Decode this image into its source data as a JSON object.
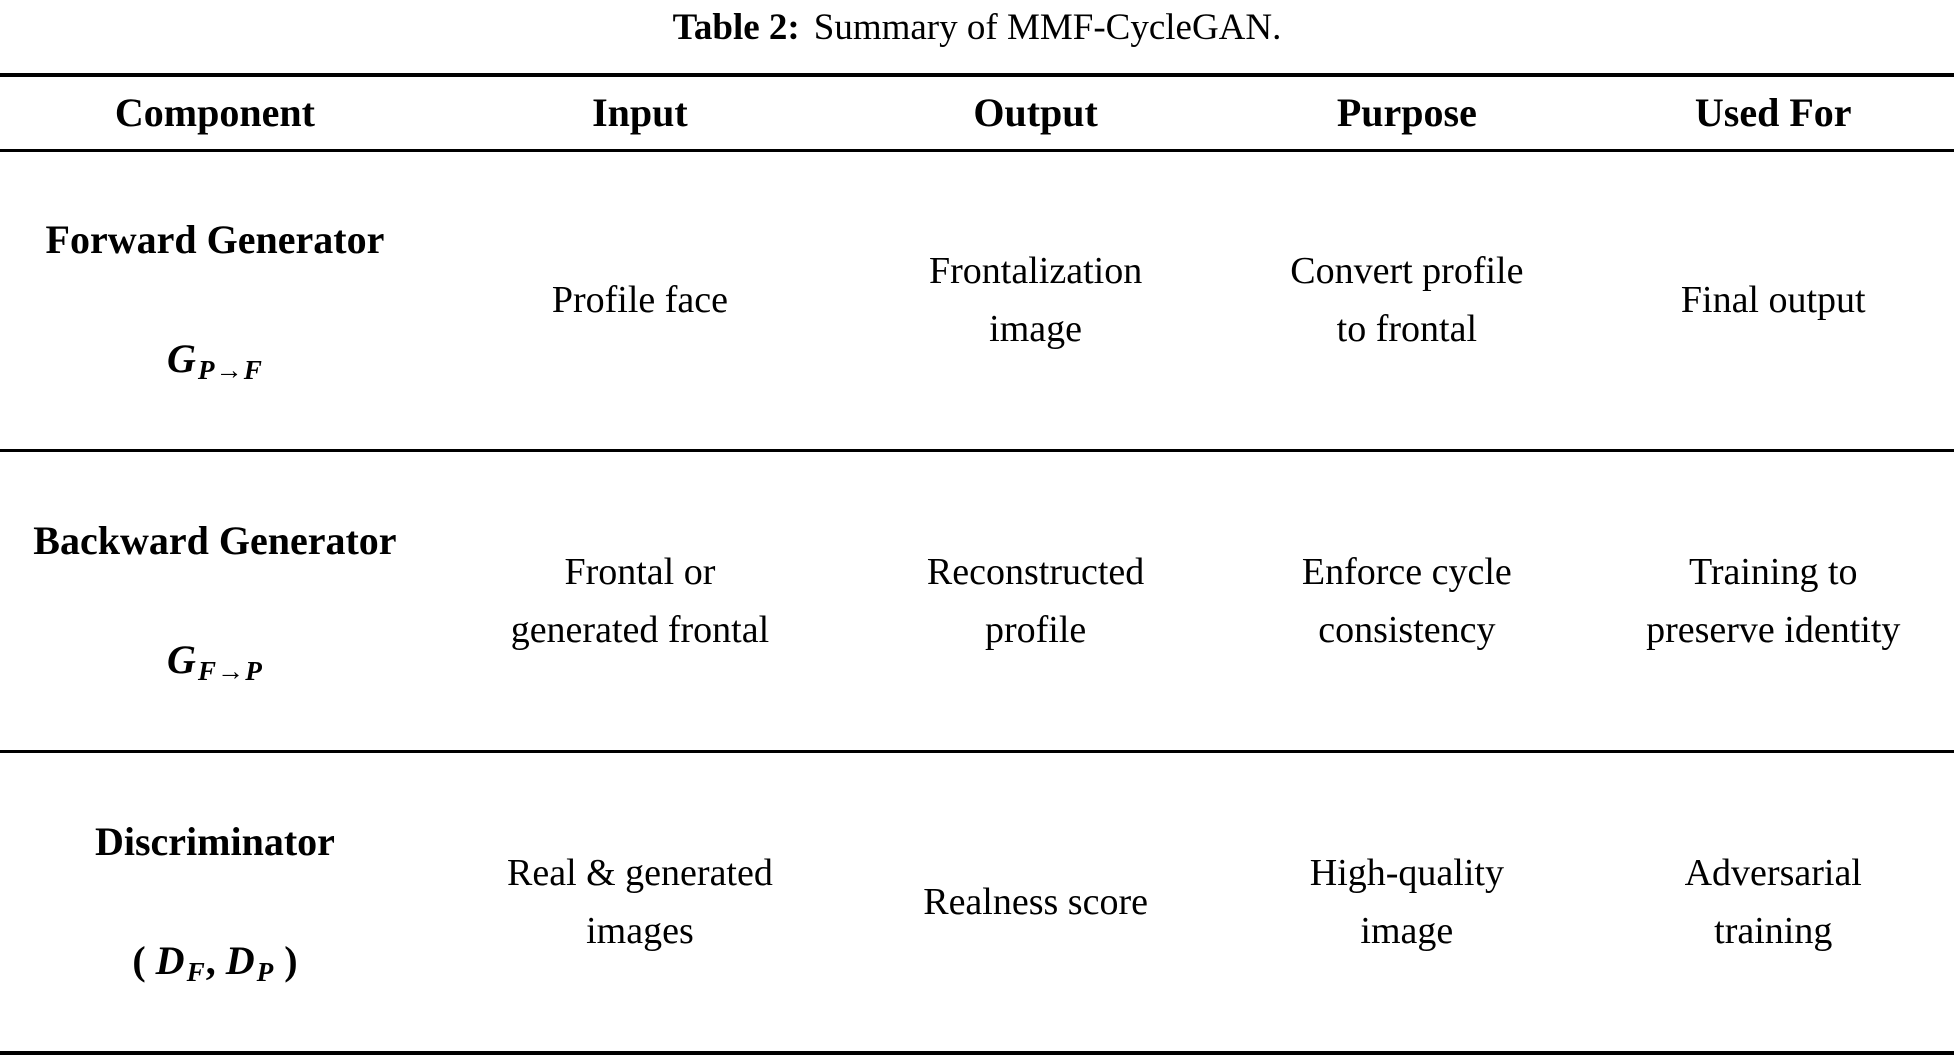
{
  "colors": {
    "text": "#000000",
    "background": "#ffffff"
  },
  "caption": {
    "label": "Table 2:",
    "text": "Summary of MMF-CycleGAN."
  },
  "table": {
    "headers": [
      "Component",
      "Input",
      "Output",
      "Purpose",
      "Used For"
    ],
    "rows": [
      {
        "component": "Forward Generator",
        "symbol": [
          {
            "t": "G",
            "i": true
          },
          {
            "t": "P→F",
            "sub": true
          }
        ],
        "input": "Profile face",
        "output": "Frontalization\nimage",
        "purpose": "Convert profile\nto frontal",
        "used_for": "Final output"
      },
      {
        "component": "Backward Generator",
        "symbol": [
          {
            "t": "G",
            "i": true
          },
          {
            "t": "F→P",
            "sub": true
          }
        ],
        "input": "Frontal or\ngenerated frontal",
        "output": "Reconstructed\nprofile",
        "purpose": "Enforce cycle\nconsistency",
        "used_for": "Training to\npreserve identity"
      },
      {
        "component": "Discriminator",
        "symbol": [
          {
            "t": "( "
          },
          {
            "t": "D",
            "i": true
          },
          {
            "t": "F",
            "sub": true
          },
          {
            "t": ", "
          },
          {
            "t": "D",
            "i": true
          },
          {
            "t": "P",
            "sub": true
          },
          {
            "t": " )"
          }
        ],
        "input": "Real & generated\nimages",
        "output": "Realness score",
        "purpose": "High-quality\nimage",
        "used_for": "Adversarial\ntraining"
      }
    ]
  }
}
